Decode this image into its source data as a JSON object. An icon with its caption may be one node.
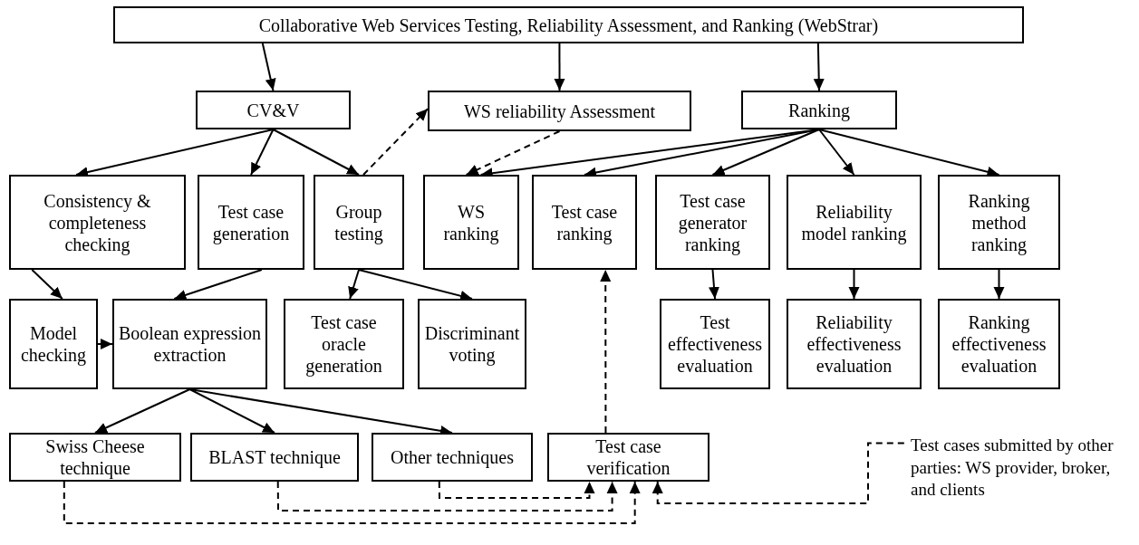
{
  "diagram": {
    "nodes": [
      {
        "text": [
          "Collaborative Web Services Testing, Reliability Assessment, and Ranking (WebStrar)"
        ]
      },
      {
        "text": [
          "CV&V"
        ]
      },
      {
        "text": [
          "WS reliability Assessment"
        ]
      },
      {
        "text": [
          "Ranking"
        ]
      },
      {
        "text": [
          "Consistency & completeness checking"
        ]
      },
      {
        "text": [
          "Test case generation"
        ]
      },
      {
        "text": [
          "Group testing"
        ]
      },
      {
        "text": [
          "WS ranking"
        ]
      },
      {
        "text": [
          "Test case ranking"
        ]
      },
      {
        "text": [
          "Test case generator ranking"
        ]
      },
      {
        "text": [
          "Reliability model ranking"
        ]
      },
      {
        "text": [
          "Ranking method ranking"
        ]
      },
      {
        "text": [
          "Model checking"
        ]
      },
      {
        "text": [
          "Boolean expression extraction"
        ]
      },
      {
        "text": [
          "Test case oracle generation"
        ]
      },
      {
        "text": [
          "Discriminant voting"
        ]
      },
      {
        "text": [
          "Test effectiveness evaluation"
        ]
      },
      {
        "text": [
          "Reliability effectiveness evaluation"
        ]
      },
      {
        "text": [
          "Ranking effectiveness evaluation"
        ]
      },
      {
        "text": [
          "Swiss Cheese technique"
        ]
      },
      {
        "text": [
          "BLAST technique"
        ]
      },
      {
        "text": [
          "Other techniques"
        ]
      },
      {
        "text": [
          "Test case verification"
        ]
      },
      {
        "text": [
          "Test cases submitted by other parties: WS provider, broker, and clients"
        ]
      }
    ],
    "edges": [
      {
        "from": 0,
        "to": 1,
        "arrow": "to"
      },
      {
        "from": 0,
        "to": 2,
        "arrow": "to"
      },
      {
        "from": 0,
        "to": 3,
        "arrow": "to"
      },
      {
        "from": 1,
        "to": 4,
        "arrow": "to"
      },
      {
        "from": 1,
        "to": 5,
        "arrow": "to"
      },
      {
        "from": 1,
        "to": 6,
        "arrow": "to"
      },
      {
        "from": 6,
        "to": 2,
        "arrow": "to",
        "style": "dashed"
      },
      {
        "from": 2,
        "to": 7,
        "arrow": "to",
        "style": "dashed"
      },
      {
        "from": 3,
        "to": 7,
        "arrow": "to"
      },
      {
        "from": 3,
        "to": 8,
        "arrow": "to"
      },
      {
        "from": 3,
        "to": 9,
        "arrow": "to"
      },
      {
        "from": 3,
        "to": 10,
        "arrow": "to"
      },
      {
        "from": 3,
        "to": 11,
        "arrow": "to"
      },
      {
        "from": 4,
        "to": 12,
        "arrow": "to"
      },
      {
        "from": 5,
        "to": 13,
        "arrow": "to"
      },
      {
        "from": 12,
        "to": 13,
        "arrow": "to",
        "style": "dashed"
      },
      {
        "from": 6,
        "to": 14,
        "arrow": "to"
      },
      {
        "from": 6,
        "to": 15,
        "arrow": "to"
      },
      {
        "from": 9,
        "to": 16,
        "arrow": "to"
      },
      {
        "from": 10,
        "to": 17,
        "arrow": "to"
      },
      {
        "from": 11,
        "to": 18,
        "arrow": "to"
      },
      {
        "from": 13,
        "to": 19,
        "arrow": "to"
      },
      {
        "from": 13,
        "to": 20,
        "arrow": "to"
      },
      {
        "from": 13,
        "to": 21,
        "arrow": "to"
      },
      {
        "from": 22,
        "to": 8,
        "arrow": "to",
        "style": "dashed"
      },
      {
        "from": 21,
        "to": 22,
        "arrow": "to",
        "style": "dashed"
      },
      {
        "from": 20,
        "to": 22,
        "arrow": "to",
        "style": "dashed"
      },
      {
        "from": 19,
        "to": 22,
        "arrow": "to",
        "style": "dashed"
      },
      {
        "from": 23,
        "to": 22,
        "arrow": "to",
        "style": "dashed"
      }
    ]
  }
}
